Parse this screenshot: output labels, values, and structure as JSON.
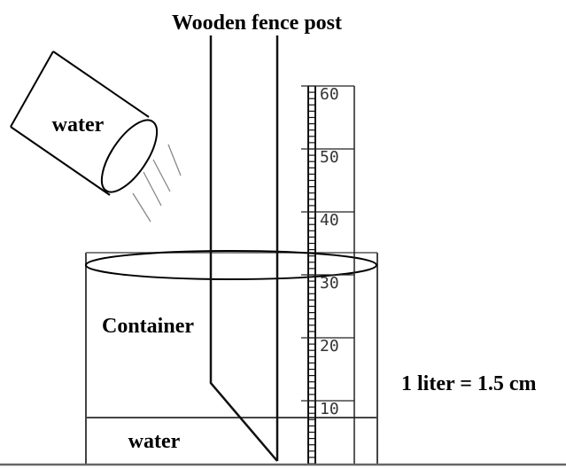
{
  "title": "Wooden fence post",
  "labels": {
    "pouring_container": "water",
    "container": "Container",
    "water_in_container": "water",
    "conversion": "1 liter = 1.5 cm"
  },
  "ruler": {
    "tick_labels": [
      "60",
      "50",
      "40",
      "30",
      "20",
      "10"
    ],
    "unit": "cm",
    "max": 60,
    "min": 0
  },
  "water_level_cm": 8,
  "colors": {
    "stroke": "#000000",
    "background": "#ffffff",
    "ruler_text": "#333333"
  }
}
